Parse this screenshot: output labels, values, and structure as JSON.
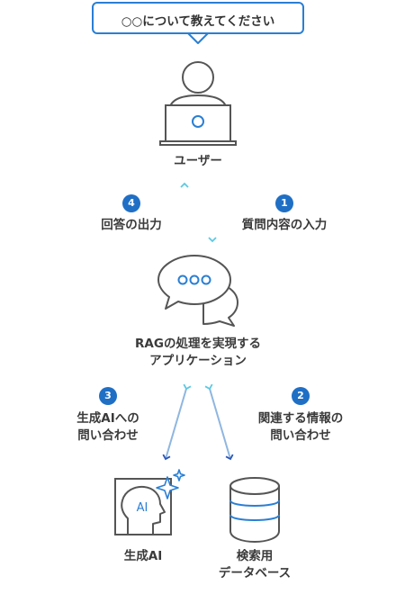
{
  "colors": {
    "accent": "#2a7fd4",
    "dark_blue": "#1f4fa8",
    "cyan": "#5cc9e4",
    "stroke": "#555555"
  },
  "question_bubble": {
    "text": "○○について教えてください"
  },
  "user": {
    "label": "ユーザー",
    "icon": "user-laptop-icon"
  },
  "app": {
    "line1": "RAGの処理を実現する",
    "line2": "アプリケーション",
    "icon": "chat-bubbles-icon"
  },
  "generative_ai": {
    "label": "生成AI",
    "icon": "ai-head-icon"
  },
  "search_db": {
    "line1": "検索用",
    "line2": "データベース",
    "icon": "database-icon"
  },
  "steps": [
    {
      "number": "1",
      "line1": "質問内容の入力",
      "line2": ""
    },
    {
      "number": "2",
      "line1": "関連する情報の",
      "line2": "問い合わせ"
    },
    {
      "number": "3",
      "line1": "生成AIへの",
      "line2": "問い合わせ"
    },
    {
      "number": "4",
      "line1": "回答の出力",
      "line2": ""
    }
  ]
}
